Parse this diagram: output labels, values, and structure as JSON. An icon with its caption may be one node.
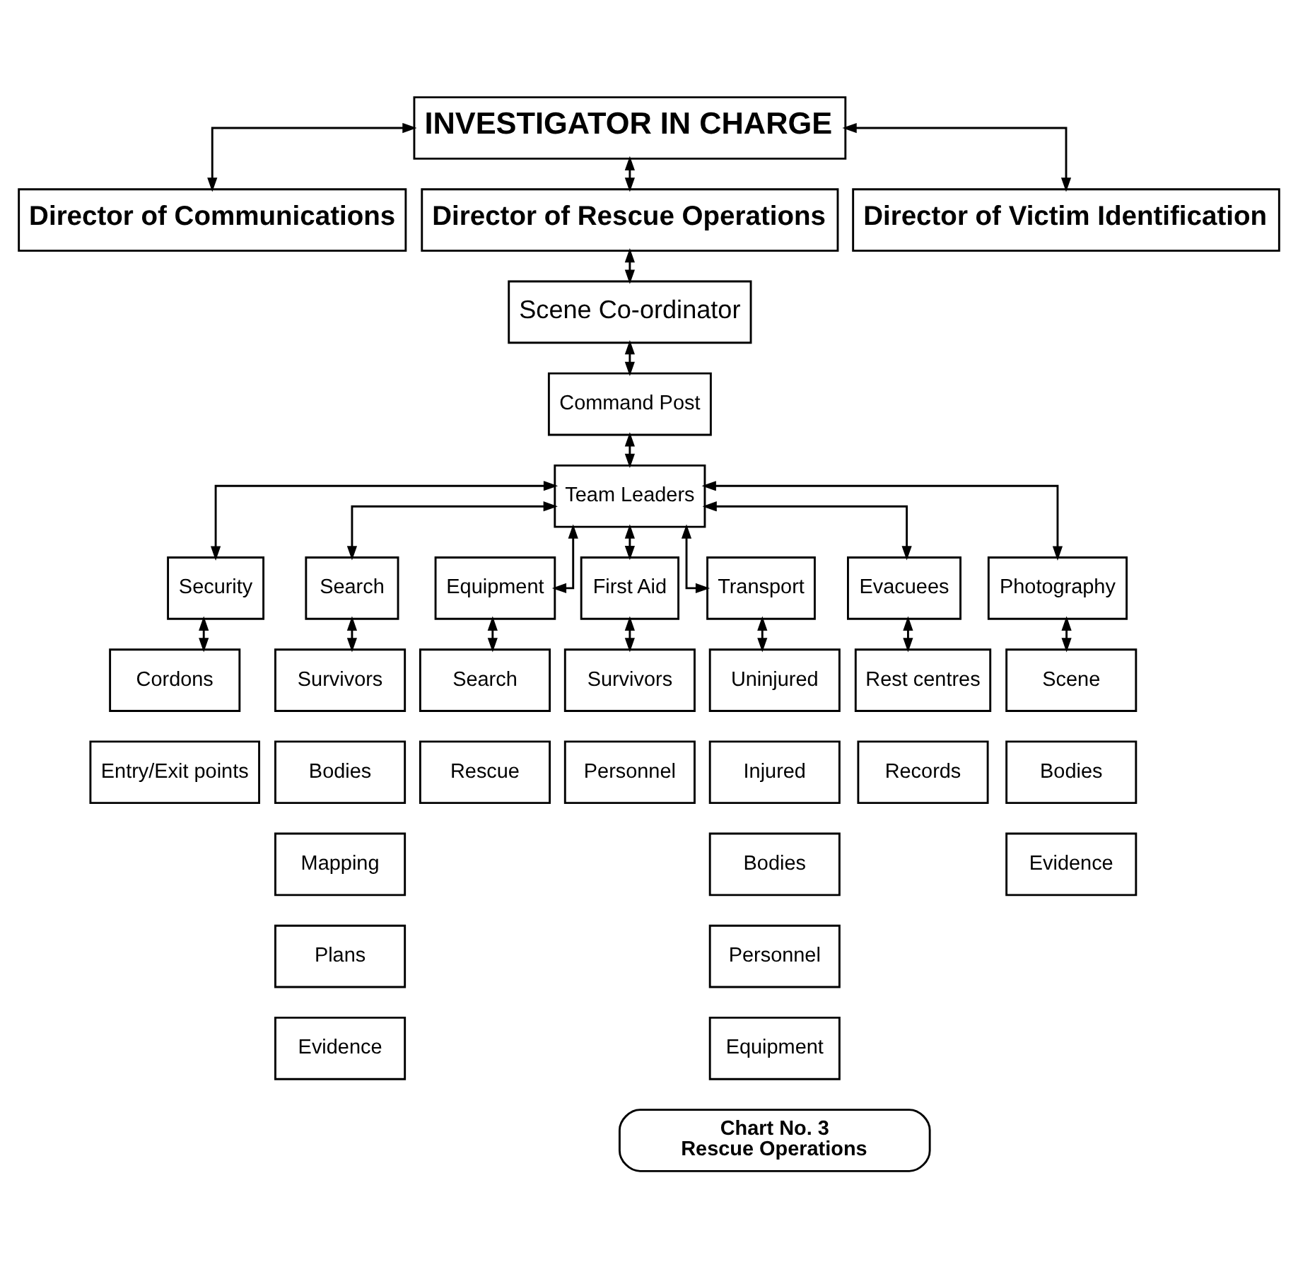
{
  "diagram": {
    "nodes": [
      {
        "text": [
          "INVESTIGATOR IN CHARGE"
        ]
      },
      {
        "text": [
          "Director of Communications"
        ]
      },
      {
        "text": [
          "Director of Rescue Operations"
        ]
      },
      {
        "text": [
          "Director of Victim Identification"
        ]
      },
      {
        "text": [
          "Scene Co-ordinator"
        ]
      },
      {
        "text": [
          "Command Post"
        ]
      },
      {
        "text": [
          "Team Leaders"
        ]
      },
      {
        "text": [
          "Security"
        ]
      },
      {
        "text": [
          "Cordons"
        ]
      },
      {
        "text": [
          "Entry/Exit points"
        ]
      },
      {
        "text": [
          "Search"
        ]
      },
      {
        "text": [
          "Survivors"
        ]
      },
      {
        "text": [
          "Bodies"
        ]
      },
      {
        "text": [
          "Mapping"
        ]
      },
      {
        "text": [
          "Plans"
        ]
      },
      {
        "text": [
          "Evidence"
        ]
      },
      {
        "text": [
          "Equipment"
        ]
      },
      {
        "text": [
          "Search"
        ]
      },
      {
        "text": [
          "Rescue"
        ]
      },
      {
        "text": [
          "First Aid"
        ]
      },
      {
        "text": [
          "Survivors"
        ]
      },
      {
        "text": [
          "Personnel"
        ]
      },
      {
        "text": [
          "Transport"
        ]
      },
      {
        "text": [
          "Uninjured"
        ]
      },
      {
        "text": [
          "Injured"
        ]
      },
      {
        "text": [
          "Bodies"
        ]
      },
      {
        "text": [
          "Personnel"
        ]
      },
      {
        "text": [
          "Equipment"
        ]
      },
      {
        "text": [
          "Evacuees"
        ]
      },
      {
        "text": [
          "Rest centres"
        ]
      },
      {
        "text": [
          "Records"
        ]
      },
      {
        "text": [
          "Photography"
        ]
      },
      {
        "text": [
          "Scene"
        ]
      },
      {
        "text": [
          "Bodies"
        ]
      },
      {
        "text": [
          "Evidence"
        ]
      },
      {
        "text": [
          "Chart No. 3",
          "Rescue Operations"
        ]
      }
    ],
    "edges": [
      {
        "from": 0,
        "to": 1,
        "arrow": "both"
      },
      {
        "from": 0,
        "to": 2,
        "arrow": "both"
      },
      {
        "from": 0,
        "to": 3,
        "arrow": "both"
      },
      {
        "from": 2,
        "to": 4,
        "arrow": "both"
      },
      {
        "from": 4,
        "to": 5,
        "arrow": "both"
      },
      {
        "from": 5,
        "to": 6,
        "arrow": "both"
      },
      {
        "from": 6,
        "to": 7,
        "arrow": "both"
      },
      {
        "from": 6,
        "to": 10,
        "arrow": "both"
      },
      {
        "from": 6,
        "to": 16,
        "arrow": "both"
      },
      {
        "from": 6,
        "to": 19,
        "arrow": "both"
      },
      {
        "from": 6,
        "to": 22,
        "arrow": "both"
      },
      {
        "from": 6,
        "to": 28,
        "arrow": "both"
      },
      {
        "from": 6,
        "to": 31,
        "arrow": "both"
      },
      {
        "from": 7,
        "to": 8,
        "arrow": "both"
      },
      {
        "from": 10,
        "to": 11,
        "arrow": "both"
      },
      {
        "from": 16,
        "to": 17,
        "arrow": "both"
      },
      {
        "from": 19,
        "to": 20,
        "arrow": "both"
      },
      {
        "from": 22,
        "to": 23,
        "arrow": "both"
      },
      {
        "from": 28,
        "to": 29,
        "arrow": "both"
      },
      {
        "from": 31,
        "to": 32,
        "arrow": "both"
      }
    ]
  }
}
